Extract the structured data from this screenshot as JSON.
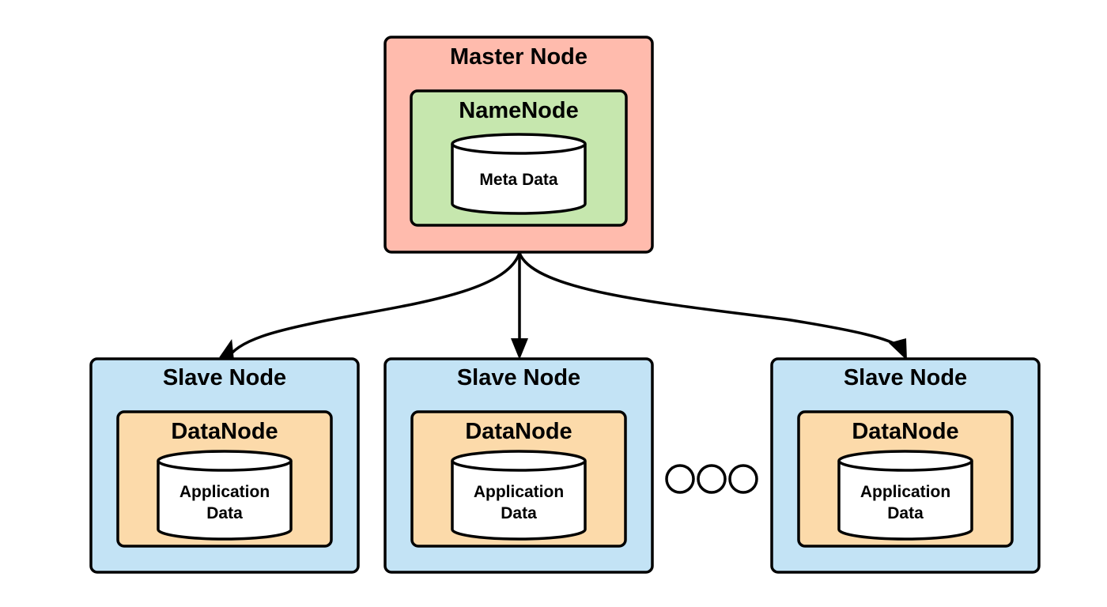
{
  "master": {
    "title": "Master Node",
    "service": "NameNode",
    "store_label": "Meta Data"
  },
  "slaves": [
    {
      "title": "Slave Node",
      "service": "DataNode",
      "store_lines": [
        "Application",
        "Data"
      ]
    },
    {
      "title": "Slave Node",
      "service": "DataNode",
      "store_lines": [
        "Application",
        "Data"
      ]
    },
    {
      "title": "Slave Node",
      "service": "DataNode",
      "store_lines": [
        "Application",
        "Data"
      ]
    }
  ],
  "ellipsis_circle_count": 3,
  "colors": {
    "master_fill": "#FFBBAD",
    "namenode_fill": "#C6E7AE",
    "slave_fill": "#C3E3F5",
    "datanode_fill": "#FCDAAA",
    "store_fill": "#FFFFFF",
    "stroke": "#000000"
  }
}
